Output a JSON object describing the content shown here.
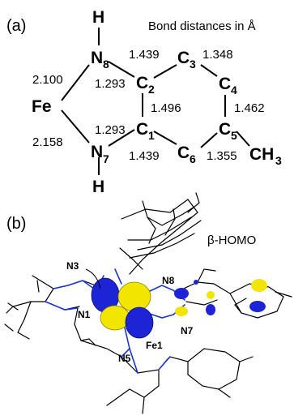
{
  "panel_a": {
    "label": "(a)",
    "header": "Bond distances in Å",
    "atoms": {
      "H_top": "H",
      "N8": {
        "symbol": "N",
        "sub": "8"
      },
      "Fe": "Fe",
      "N7": {
        "symbol": "N",
        "sub": "7"
      },
      "H_bottom": "H",
      "C1": {
        "symbol": "C",
        "sub": "1"
      },
      "C2": {
        "symbol": "C",
        "sub": "2"
      },
      "C3": {
        "symbol": "C",
        "sub": "3"
      },
      "C4": {
        "symbol": "C",
        "sub": "4"
      },
      "C5": {
        "symbol": "C",
        "sub": "5"
      },
      "C6": {
        "symbol": "C",
        "sub": "6"
      },
      "CH3": {
        "symbol": "CH",
        "sub": "3"
      }
    },
    "distances": {
      "Fe_N8": "2.100",
      "Fe_N7": "2.158",
      "N8_C2": "1.293",
      "N7_C1": "1.293",
      "C2_C3": "1.439",
      "C1_C6": "1.439",
      "C3_C4": "1.348",
      "C1_C2": "1.496",
      "C4_C5": "1.462",
      "C5_C6": "1.355"
    }
  },
  "panel_b": {
    "label": "(b)",
    "orbital": "β-HOMO",
    "atom_labels": {
      "N3": "N3",
      "N1": "N1",
      "N8": "N8",
      "N7": "N7",
      "Fe1": "Fe1",
      "N5": "N5"
    },
    "colors": {
      "lobe_positive": "#f2e600",
      "lobe_negative": "#1c24d6",
      "bond_highlight": "#1a35d8",
      "frame": "#000000"
    }
  }
}
